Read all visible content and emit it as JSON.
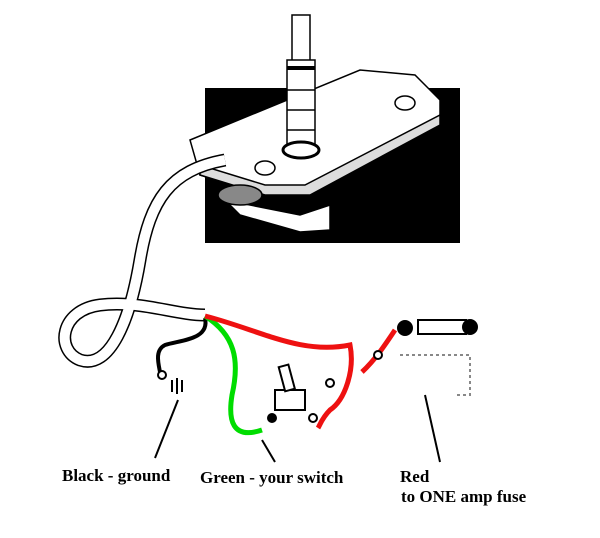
{
  "labels": {
    "black": "Black - ground",
    "green": "Green - your switch",
    "red_line1": "Red",
    "red_line2": "to ONE amp fuse"
  },
  "colors": {
    "black_wire": "#000000",
    "green_wire": "#00dd00",
    "red_wire": "#ee1111",
    "background_block": "#000000"
  }
}
